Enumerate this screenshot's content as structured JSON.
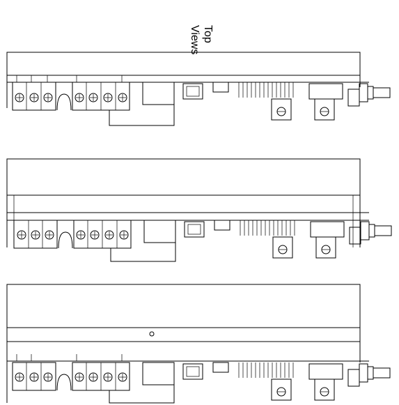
{
  "caption": {
    "line1": "Top",
    "line2": "Views"
  },
  "views": [
    {
      "id": "view-1"
    },
    {
      "id": "view-2"
    },
    {
      "id": "view-3"
    }
  ]
}
